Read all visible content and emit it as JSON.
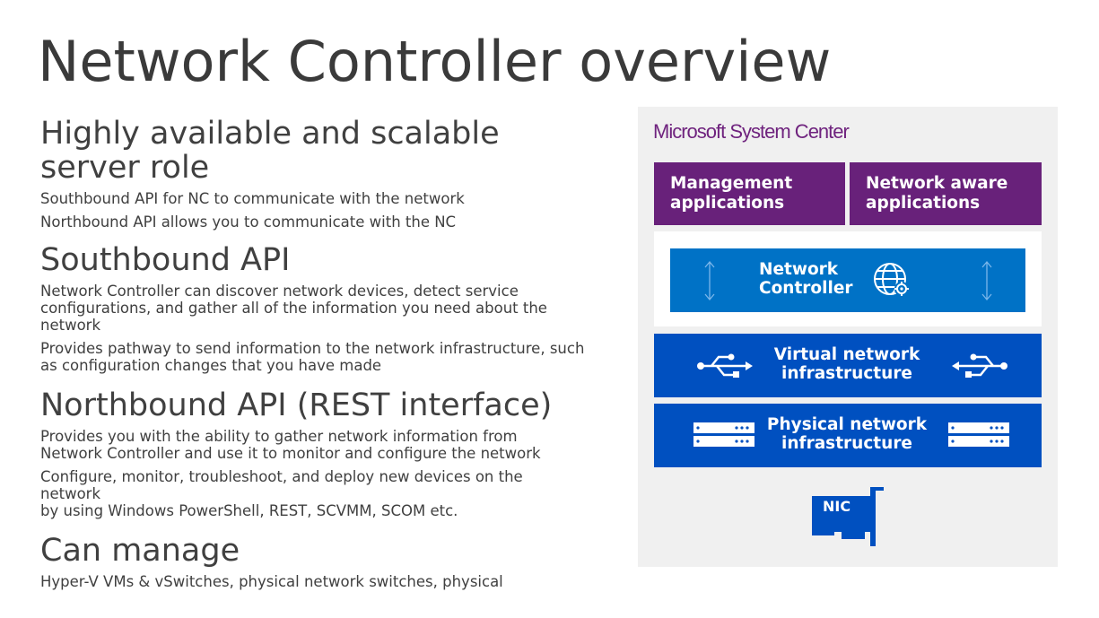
{
  "title": "Network Controller overview",
  "sections": [
    {
      "heading": "Highly available and scalable server role",
      "paragraphs": [
        "Southbound API for NC to communicate with the network",
        "Northbound API allows you to communicate with the NC"
      ]
    },
    {
      "heading": "Southbound API",
      "paragraphs": [
        "Network Controller can discover network devices, detect service configurations, and gather all of the information you need about the network",
        "Provides pathway to send information to the network infrastructure, such as configuration changes that you have made"
      ]
    },
    {
      "heading": "Northbound API (REST interface)",
      "paragraphs": [
        "Provides you with the ability to gather network information from Network Controller and use it to monitor and configure the network",
        "Configure, monitor, troubleshoot, and deploy new devices on the network\nby using Windows PowerShell, REST, SCVMM, SCOM etc."
      ]
    },
    {
      "heading": "Can manage",
      "paragraphs": [
        "Hyper-V VMs & vSwitches, physical network switches, physical"
      ]
    }
  ],
  "diagram": {
    "brand": "Microsoft System Center",
    "management_apps": "Management applications",
    "network_aware_apps": "Network aware applications",
    "network_controller": "Network Controller",
    "virtual_infra": "Virtual network infrastructure",
    "physical_infra": "Physical network infrastructure",
    "nic": "NIC",
    "colors": {
      "purple": "#68217a",
      "brand_purple": "#6f237e",
      "nc_blue": "#0072c6",
      "infra_blue": "#0050c0",
      "panel_bg": "#f0f0f0"
    },
    "icons": [
      "globe-gear-icon",
      "usb-icon",
      "server-rack-icon",
      "nic-card-icon",
      "double-arrow-icon"
    ]
  }
}
